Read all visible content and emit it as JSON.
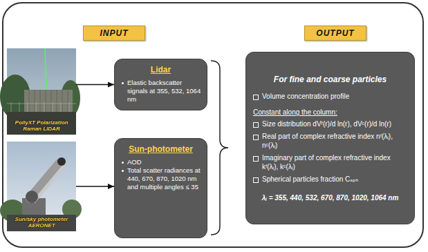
{
  "diagram": {
    "nodes": [
      {
        "text": [
          "INPUT"
        ]
      },
      {
        "text": [
          "OUTPUT"
        ]
      },
      {
        "text": [
          "PollyXT Polarization Raman LIDAR"
        ]
      },
      {
        "text": [
          "Lidar",
          "Elastic backscatter signals at 355, 532, 1064 nm"
        ]
      },
      {
        "text": [
          "Sun/sky photometer AERONET"
        ]
      },
      {
        "text": [
          "Sun-photometer",
          "AOD",
          "Total scatter radiances at 440, 670, 870, 1020 nm and multiple angles ≤ 35"
        ]
      },
      {
        "text": [
          "For fine and coarse particles",
          "Volume concentration profile",
          "Constant along the column:",
          "Size distribution dVᶠ(r)/d ln(r), dVᶜ(r)/d ln(r)",
          "Real part of complex refractive index nᶠ(λᵢ), nᶜ(λᵢ)",
          "Imaginary part of complex refractive index kᶠ(λᵢ), kᶜ(λᵢ)",
          "Spherical particles fraction Cₛₚₕ",
          "λᵢ = 355, 440, 532, 670, 870, 1020, 1064 nm"
        ]
      }
    ],
    "edges": [
      {
        "from": 2,
        "to": 3,
        "arrow": "to"
      },
      {
        "from": 4,
        "to": 5,
        "arrow": "to"
      }
    ]
  }
}
